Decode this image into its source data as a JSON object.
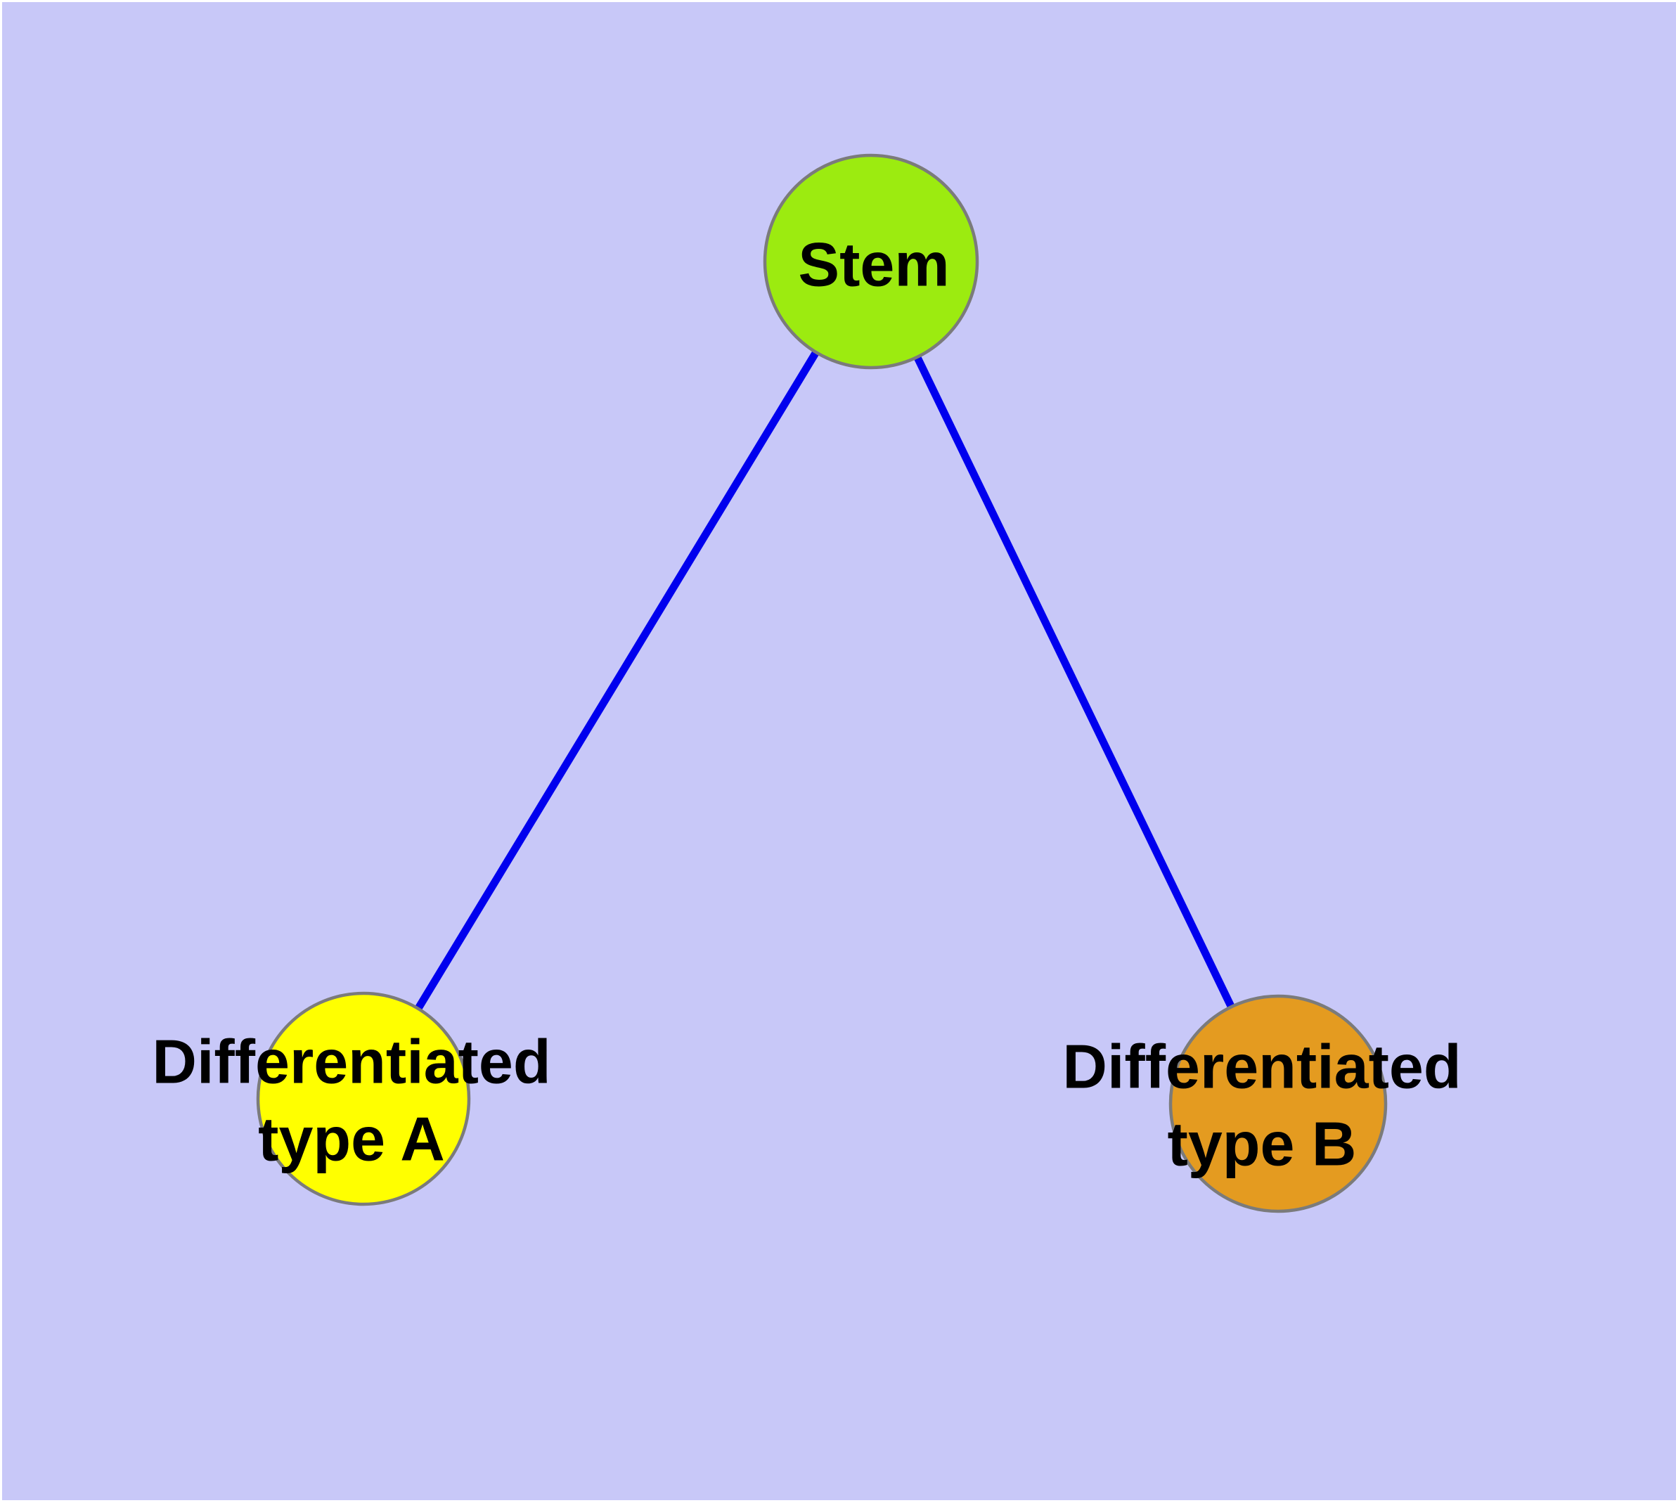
{
  "diagram": {
    "type": "node-link-graph",
    "background_color": "#C8C8F8",
    "frame_color": "#FFFFFF",
    "edge_color": "#0000EE",
    "node_border_color": "#7B7B7B",
    "label_color": "#000000",
    "nodes": {
      "stem": {
        "label": "Stem",
        "fill": "#9CEB10"
      },
      "type_a": {
        "label": "Differentiated type A",
        "line1": "Differentiated",
        "line2": "type A",
        "fill": "#FFFF00"
      },
      "type_b": {
        "label": "Differentiated type B",
        "line1": "Differentiated",
        "line2": "type B",
        "fill": "#E49B20"
      }
    },
    "edges": [
      {
        "from": "Stem",
        "to": "Differentiated type A"
      },
      {
        "from": "Stem",
        "to": "Differentiated type B"
      }
    ]
  }
}
